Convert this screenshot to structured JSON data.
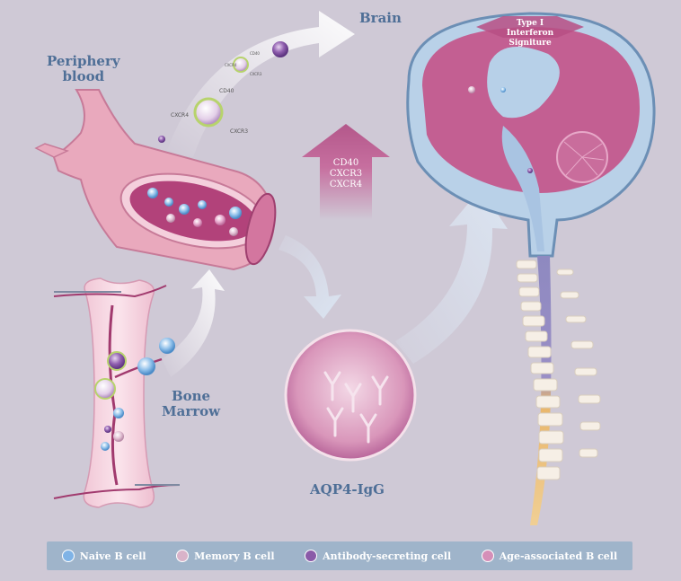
{
  "labels": {
    "brain": "Brain",
    "periphery_blood": "Periphery\nblood",
    "bone_marrow": "Bone\nMarrow",
    "aqp4": "AQP4-IgG",
    "type1_ifn": "Type I\nInterferon\nSigniture",
    "markers": "CD40\nCXCR3\nCXCR4"
  },
  "cell_markers": {
    "cd40": "CD40",
    "cxcr4": "CXCR4",
    "cxcr3": "CXCR3",
    "cd40_small": "CD40",
    "cxcr4_small": "CXCR4",
    "cxcr3_small": "CXCR3"
  },
  "legend": [
    {
      "label": "Naive B cell",
      "color": "#7fb3e6"
    },
    {
      "label": "Memory B cell",
      "color": "#d9b3c9"
    },
    {
      "label": "Antibody-secreting cell",
      "color": "#8a5aa8"
    },
    {
      "label": "Age-associated B cell",
      "color": "#d58fb8"
    }
  ],
  "colors": {
    "background": "#cfc9d6",
    "label_blue": "#4f6f97",
    "vessel_pink": "#d98aa6",
    "brain_pink": "#c96d9c",
    "legend_bar": "#9fb4ca"
  }
}
